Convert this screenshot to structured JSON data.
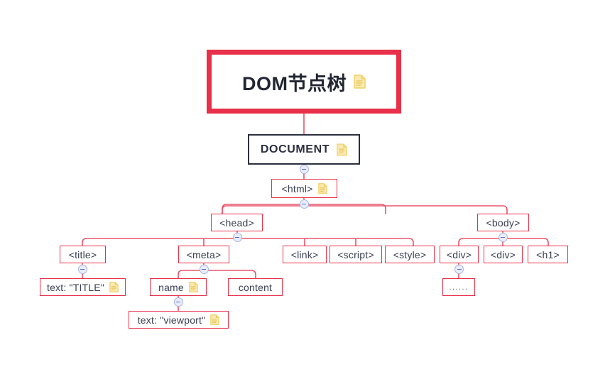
{
  "diagram": {
    "title": "DOM节点树",
    "type": "dom-node-tree",
    "accent_color": "#E8304A",
    "node_border_color": "#E8304A",
    "document_border_color": "#2B2E3E",
    "edge_color": "#E8556B",
    "text_color": "#3A4052",
    "icon_color": "#F5D97A",
    "collapse_icon_color": "#5A6CC4",
    "background": "#FFFFFF"
  },
  "nodes": {
    "root": {
      "label": "DOM节点树",
      "icon": "document-page-icon"
    },
    "document": {
      "label": "DOCUMENT",
      "icon": "document-page-icon"
    },
    "html": {
      "label": "<html>",
      "icon": "document-page-icon"
    },
    "head": {
      "label": "<head>"
    },
    "body": {
      "label": "<body>"
    },
    "title": {
      "label": "<title>"
    },
    "meta": {
      "label": "<meta>"
    },
    "link": {
      "label": "<link>"
    },
    "script": {
      "label": "<script>"
    },
    "style": {
      "label": "<style>"
    },
    "div1": {
      "label": "<div>"
    },
    "div2": {
      "label": "<div>"
    },
    "h1": {
      "label": "<h1>"
    },
    "title_text": {
      "label": "text: \"TITLE\"",
      "icon": "document-page-icon"
    },
    "meta_name": {
      "label": "name",
      "icon": "document-page-icon"
    },
    "meta_content": {
      "label": "content"
    },
    "viewport_text": {
      "label": "text: \"viewport\"",
      "icon": "document-page-icon"
    },
    "div_ellipsis": {
      "label": "......"
    }
  },
  "collapse_handles": [
    {
      "name": "collapse-document",
      "state": "expanded",
      "glyph": "minus"
    },
    {
      "name": "collapse-html",
      "state": "expanded",
      "glyph": "minus"
    },
    {
      "name": "collapse-head",
      "state": "expanded",
      "glyph": "minus"
    },
    {
      "name": "collapse-body",
      "state": "expanded",
      "glyph": "minus"
    },
    {
      "name": "collapse-title",
      "state": "expanded",
      "glyph": "minus"
    },
    {
      "name": "collapse-meta",
      "state": "expanded",
      "glyph": "minus"
    },
    {
      "name": "collapse-meta-name",
      "state": "expanded",
      "glyph": "minus"
    },
    {
      "name": "collapse-div1",
      "state": "expanded",
      "glyph": "minus"
    }
  ]
}
